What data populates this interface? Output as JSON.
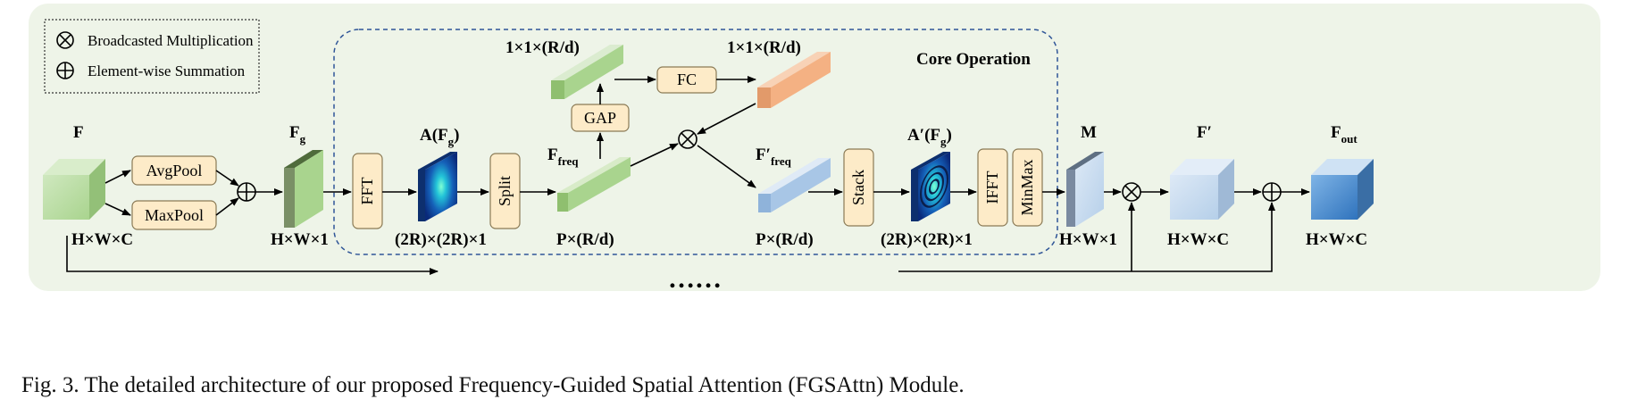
{
  "legend": {
    "multiplication": "Broadcasted Multiplication",
    "summation": "Element-wise Summation"
  },
  "core_title": "Core Operation",
  "blocks": {
    "avgpool": "AvgPool",
    "maxpool": "MaxPool",
    "fft": "FFT",
    "split": "Split",
    "gap": "GAP",
    "fc": "FC",
    "stack": "Stack",
    "ifft": "IFFT",
    "minmax": "MinMax"
  },
  "labels": {
    "F": "F",
    "F_dim": "H×W×C",
    "Fg": "F",
    "Fg_sub": "g",
    "Fg_dim": "H×W×1",
    "A": "A(F",
    "A_sub": "g",
    "A_close": ")",
    "A_dim": "(2R)×(2R)×1",
    "Ffreq": "F",
    "Ffreq_sub": "freq",
    "Ffreq_dim": "P×(R/d)",
    "gap_dim": "1×1×(R/d)",
    "fc_dim": "1×1×(R/d)",
    "Fpfreq": "F′",
    "Fpfreq_sub": "freq",
    "Fpfreq_dim": "P×(R/d)",
    "Ap": "A′(F",
    "Ap_sub": "g",
    "Ap_close": ")",
    "Ap_dim": "(2R)×(2R)×1",
    "M": "M",
    "M_dim": "H×W×1",
    "Fprime": "F′",
    "Fprime_dim": "H×W×C",
    "Fout": "F",
    "Fout_sub": "out",
    "Fout_dim": "H×W×C"
  },
  "ellipsis": "……",
  "caption": "Fig. 3.  The detailed architecture of our proposed Frequency-Guided Spatial Attention (FGSAttn) Module.",
  "colors": {
    "panel": "#eef4e8",
    "block_fill": "#fdebc8",
    "block_stroke": "#8a7a55",
    "green": "#a8d08d",
    "blue": "#bdd7ee",
    "orange": "#f4b183",
    "dash": "#2f5597"
  }
}
